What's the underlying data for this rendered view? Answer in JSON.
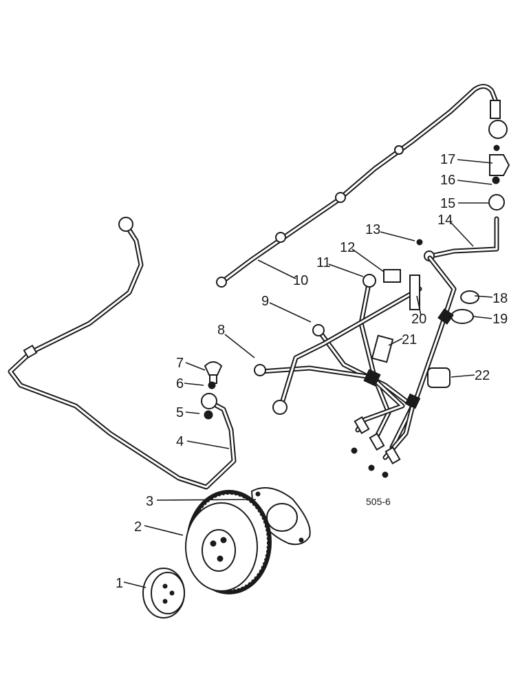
{
  "callouts": [
    {
      "id": "1",
      "label": "1",
      "part": "thrust-washer"
    },
    {
      "id": "2",
      "label": "2",
      "part": "drive-gear"
    },
    {
      "id": "3",
      "label": "3",
      "part": "gasket"
    },
    {
      "id": "4",
      "label": "4",
      "part": "lubrication-pipe"
    },
    {
      "id": "5",
      "label": "5",
      "part": "sealing-washer-lower"
    },
    {
      "id": "6",
      "label": "6",
      "part": "sealing-washer-upper"
    },
    {
      "id": "7",
      "label": "7",
      "part": "banjo-bolt"
    },
    {
      "id": "8",
      "label": "8",
      "part": "injector-pipe-nut"
    },
    {
      "id": "9",
      "label": "9",
      "part": "injector-pipe-nut"
    },
    {
      "id": "10",
      "label": "10",
      "part": "leak-off-pipe"
    },
    {
      "id": "11",
      "label": "11",
      "part": "injector-pipe-nut"
    },
    {
      "id": "12",
      "label": "12",
      "part": "clip"
    },
    {
      "id": "13",
      "label": "13",
      "part": "injector-pipe-nut"
    },
    {
      "id": "14",
      "label": "14",
      "part": "return-pipe"
    },
    {
      "id": "15",
      "label": "15",
      "part": "nut"
    },
    {
      "id": "16",
      "label": "16",
      "part": "washer"
    },
    {
      "id": "17",
      "label": "17",
      "part": "banjo-union"
    },
    {
      "id": "18",
      "label": "18",
      "part": "sleeve"
    },
    {
      "id": "19",
      "label": "19",
      "part": "clip"
    },
    {
      "id": "20",
      "label": "20",
      "part": "bracket"
    },
    {
      "id": "21",
      "label": "21",
      "part": "clamp"
    },
    {
      "id": "22",
      "label": "22",
      "part": "clamp"
    }
  ],
  "reference_code": "505-6",
  "colors": {
    "ink": "#1a1a1a",
    "paper": "#ffffff"
  }
}
